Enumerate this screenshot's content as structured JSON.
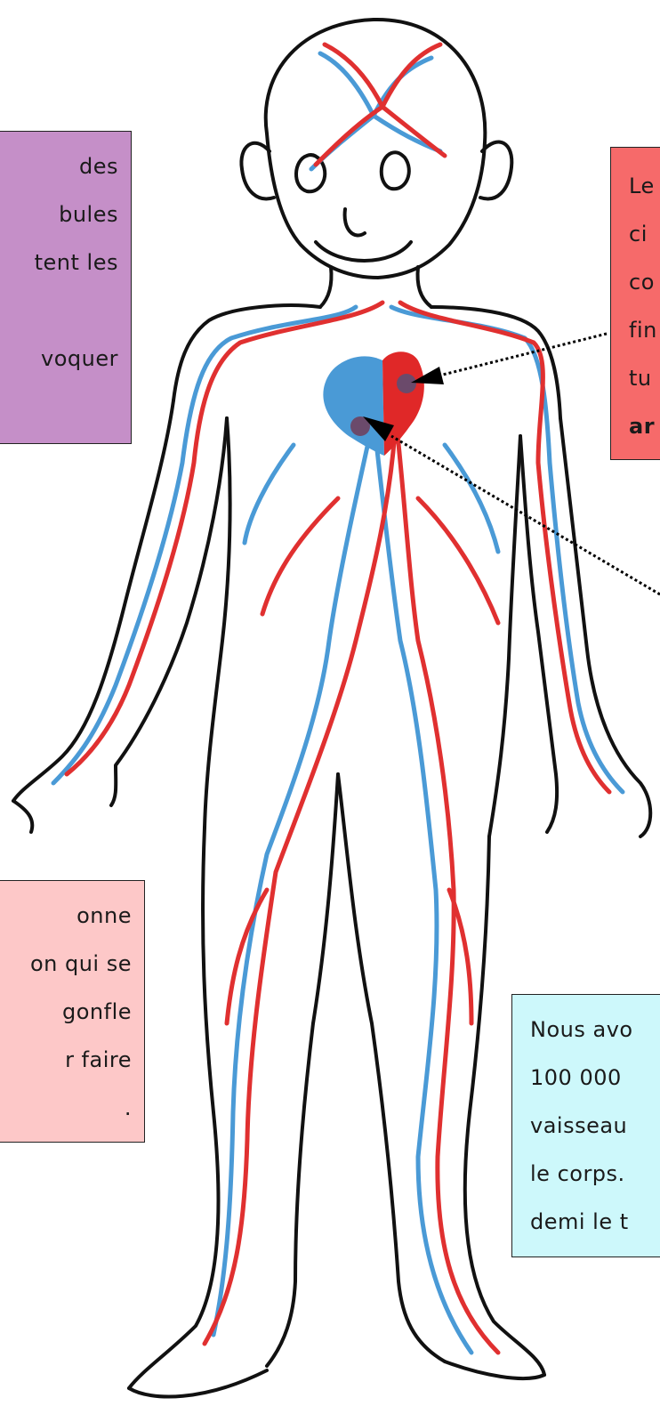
{
  "colors": {
    "artery": "#e03030",
    "vein": "#4a9ad6",
    "heart_left": "#4a9ad6",
    "heart_right": "#e02828",
    "heart_dot": "#6b4a6b",
    "outline": "#111111",
    "box_purple": "#c58fc8",
    "box_red": "#f66a6a",
    "box_pink": "#fdc8c8",
    "box_cyan": "#cdf8fb"
  },
  "boxes": {
    "purple": {
      "lines": [
        "des",
        "bules",
        "tent les",
        "",
        "voquer"
      ]
    },
    "red": {
      "lines": [
        "Le",
        "ci",
        "co",
        "fin",
        "tu",
        "ar"
      ]
    },
    "pink": {
      "lines": [
        "onne",
        "on qui se",
        "gonfle",
        "r faire",
        "."
      ]
    },
    "cyan": {
      "lines": [
        "Nous avo",
        "100 000",
        "vaisseau",
        "le corps.",
        "demi le t"
      ]
    }
  }
}
